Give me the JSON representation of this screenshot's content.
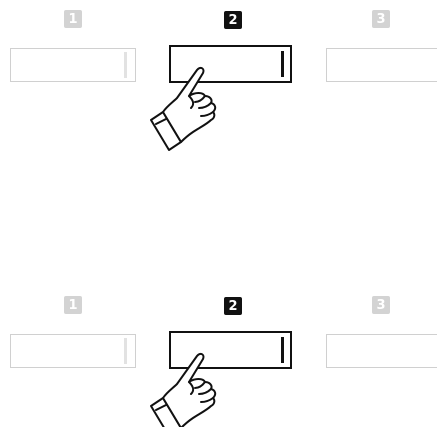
{
  "diagrams": [
    {
      "buttons": [
        {
          "number": "1",
          "active": false
        },
        {
          "number": "2",
          "active": true
        },
        {
          "number": "3",
          "active": false
        }
      ]
    },
    {
      "buttons": [
        {
          "number": "1",
          "active": false
        },
        {
          "number": "2",
          "active": true
        },
        {
          "number": "3",
          "active": false
        }
      ]
    }
  ],
  "colors": {
    "active": "#111111",
    "inactive": "#d3d3d3",
    "background": "#ffffff"
  },
  "icons": {
    "hand": "pointing-hand-icon",
    "indicator": "led-indicator-icon"
  }
}
